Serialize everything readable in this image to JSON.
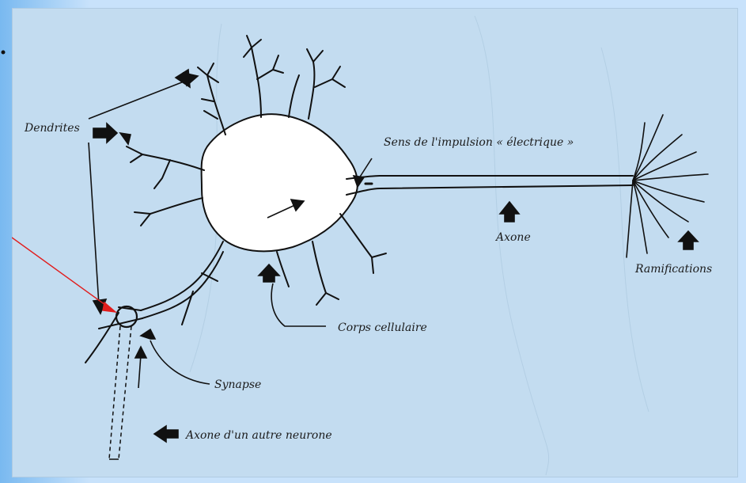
{
  "diagram": {
    "labels": {
      "dendrites": "Dendrites",
      "impulse": "Sens de l'impulsion « électrique »",
      "axon": "Axone",
      "ramifications": "Ramifications",
      "cell_body": "Corps cellulaire",
      "synapse": "Synapse",
      "other_axon": "Axone d'un autre neurone"
    },
    "colors": {
      "slide_background": "#c8e2fb",
      "gradient_left": "#79b9f0",
      "illustration_background": "#c3dcf0",
      "ink": "#1b1b1b",
      "cell_fill": "#ffffff",
      "pointer": "#e11d1d"
    }
  }
}
